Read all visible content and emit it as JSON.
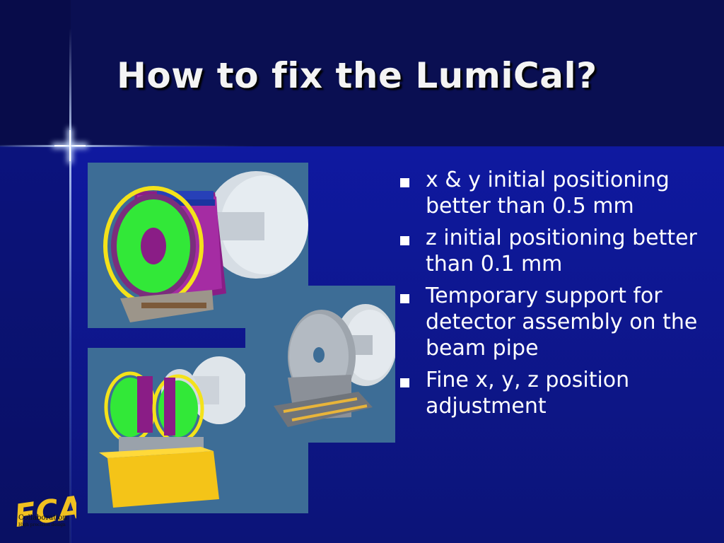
{
  "slide": {
    "title": "How to fix the LumiCal?",
    "bullets": [
      "x & y initial positioning better than 0.5 mm",
      "z initial positioning better than 0.1 mm",
      "Temporary support for detector assembly on the beam pipe",
      "Fine x, y, z position adjustment"
    ]
  },
  "logo": {
    "mark": "FCAL",
    "caption": "Collaboration",
    "subcaption": "High precision design"
  },
  "colors": {
    "background": "#0c1468",
    "header": "#0a0f52",
    "title": "#f4f4f4",
    "text": "#ffffff",
    "photo_bg": "#3d6d96",
    "logo": "#f0c020"
  },
  "icons": {
    "bullet": "square-bullet-icon",
    "decoration": "light-cross-star-icon"
  }
}
